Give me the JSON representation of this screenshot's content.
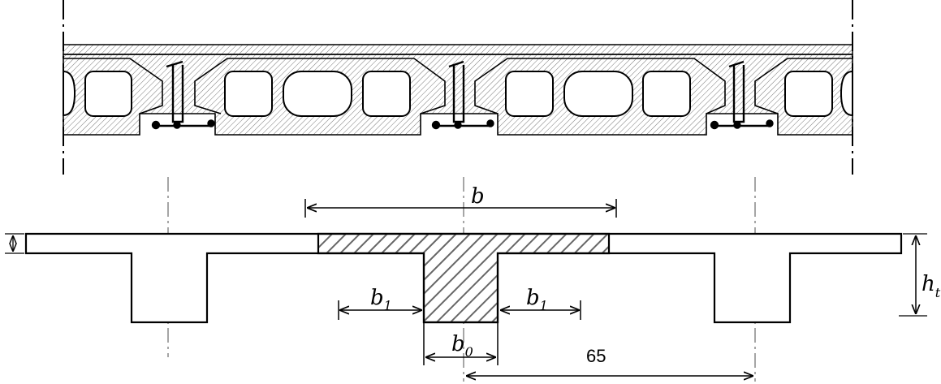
{
  "labels": {
    "b": "b",
    "b1_left": "b",
    "b1_left_sub": "1",
    "b1_right": "b",
    "b1_right_sub": "1",
    "b0": "b",
    "b0_sub": "0",
    "ht": "h",
    "ht_sub": "t",
    "spacing": "65"
  },
  "colors": {
    "ink": "#000000",
    "axis": "#888888",
    "hatch": "#666666"
  }
}
